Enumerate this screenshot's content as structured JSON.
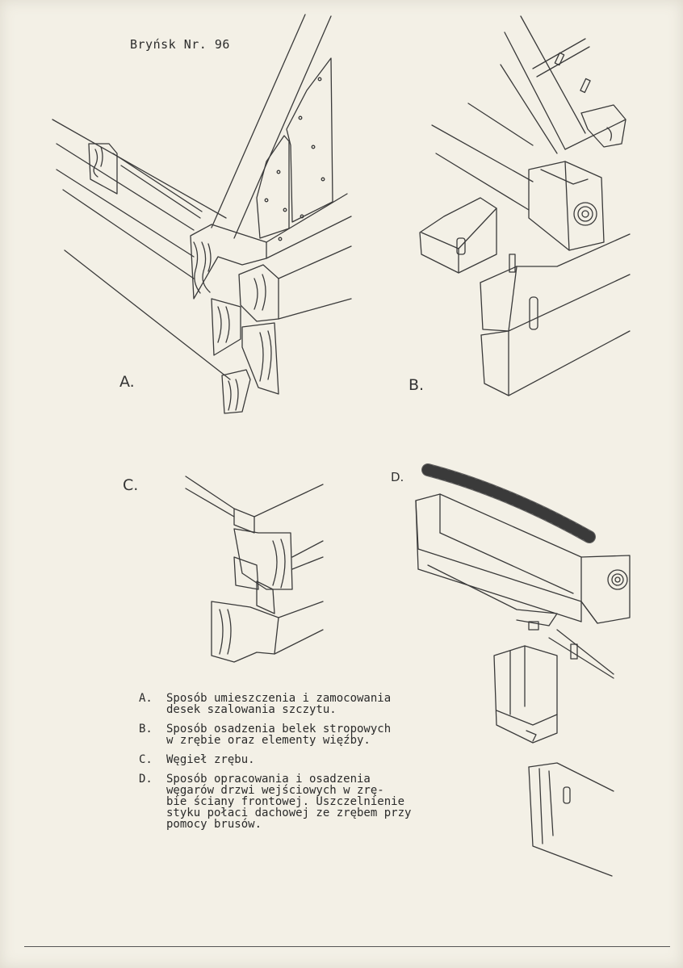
{
  "header": {
    "title": "Bryńsk Nr. 96"
  },
  "figures": {
    "a": {
      "label": "A."
    },
    "b": {
      "label": "B."
    },
    "c": {
      "label": "C."
    },
    "d": {
      "label": "D."
    }
  },
  "legend": [
    {
      "key": "A.",
      "text": "Sposób umieszczenia i zamocowania\ndesek szalowania szczytu."
    },
    {
      "key": "B.",
      "text": "Sposób osadzenia belek stropowych\nw zrębie oraz elementy więźby."
    },
    {
      "key": "C.",
      "text": "Węgieł zrębu."
    },
    {
      "key": "D.",
      "text": "Sposób opracowania i osadzenia\nwęgarów drzwi wejściowych w zrę-\nbie ściany frontowej. Uszczelnienie\nstyku połaci dachowej ze zrębem przy\npomocy brusów."
    }
  ]
}
